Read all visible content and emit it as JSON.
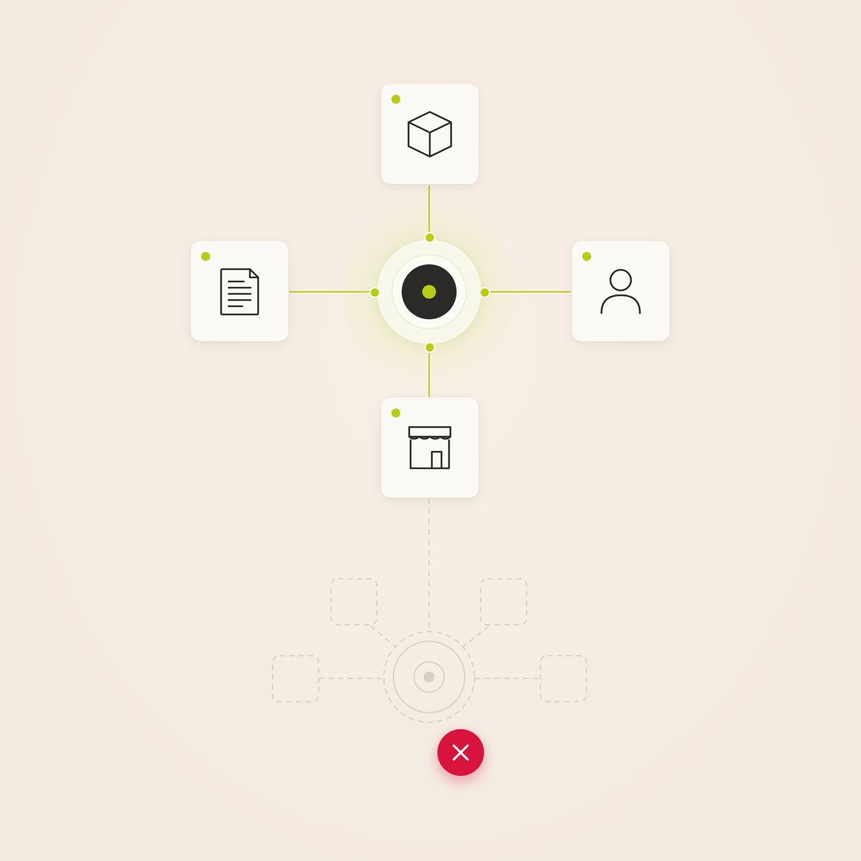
{
  "colors": {
    "accent": "#b8cc12",
    "ink": "#2b2a29",
    "ghost": "#d9d2c9",
    "danger": "#d8143d",
    "card": "#fbf9f6"
  },
  "hub": {
    "icon": "hub-core-icon",
    "ports": [
      "top",
      "right",
      "bottom",
      "left"
    ]
  },
  "nodes": [
    {
      "id": "top",
      "icon": "cube-icon",
      "status": "active"
    },
    {
      "id": "left",
      "icon": "document-icon",
      "status": "active"
    },
    {
      "id": "right",
      "icon": "user-icon",
      "status": "active"
    },
    {
      "id": "bottom",
      "icon": "storefront-icon",
      "status": "active"
    }
  ],
  "ghost_cluster": {
    "state": "inactive",
    "placeholder_nodes": 4
  },
  "close_button": {
    "icon": "close-icon"
  }
}
